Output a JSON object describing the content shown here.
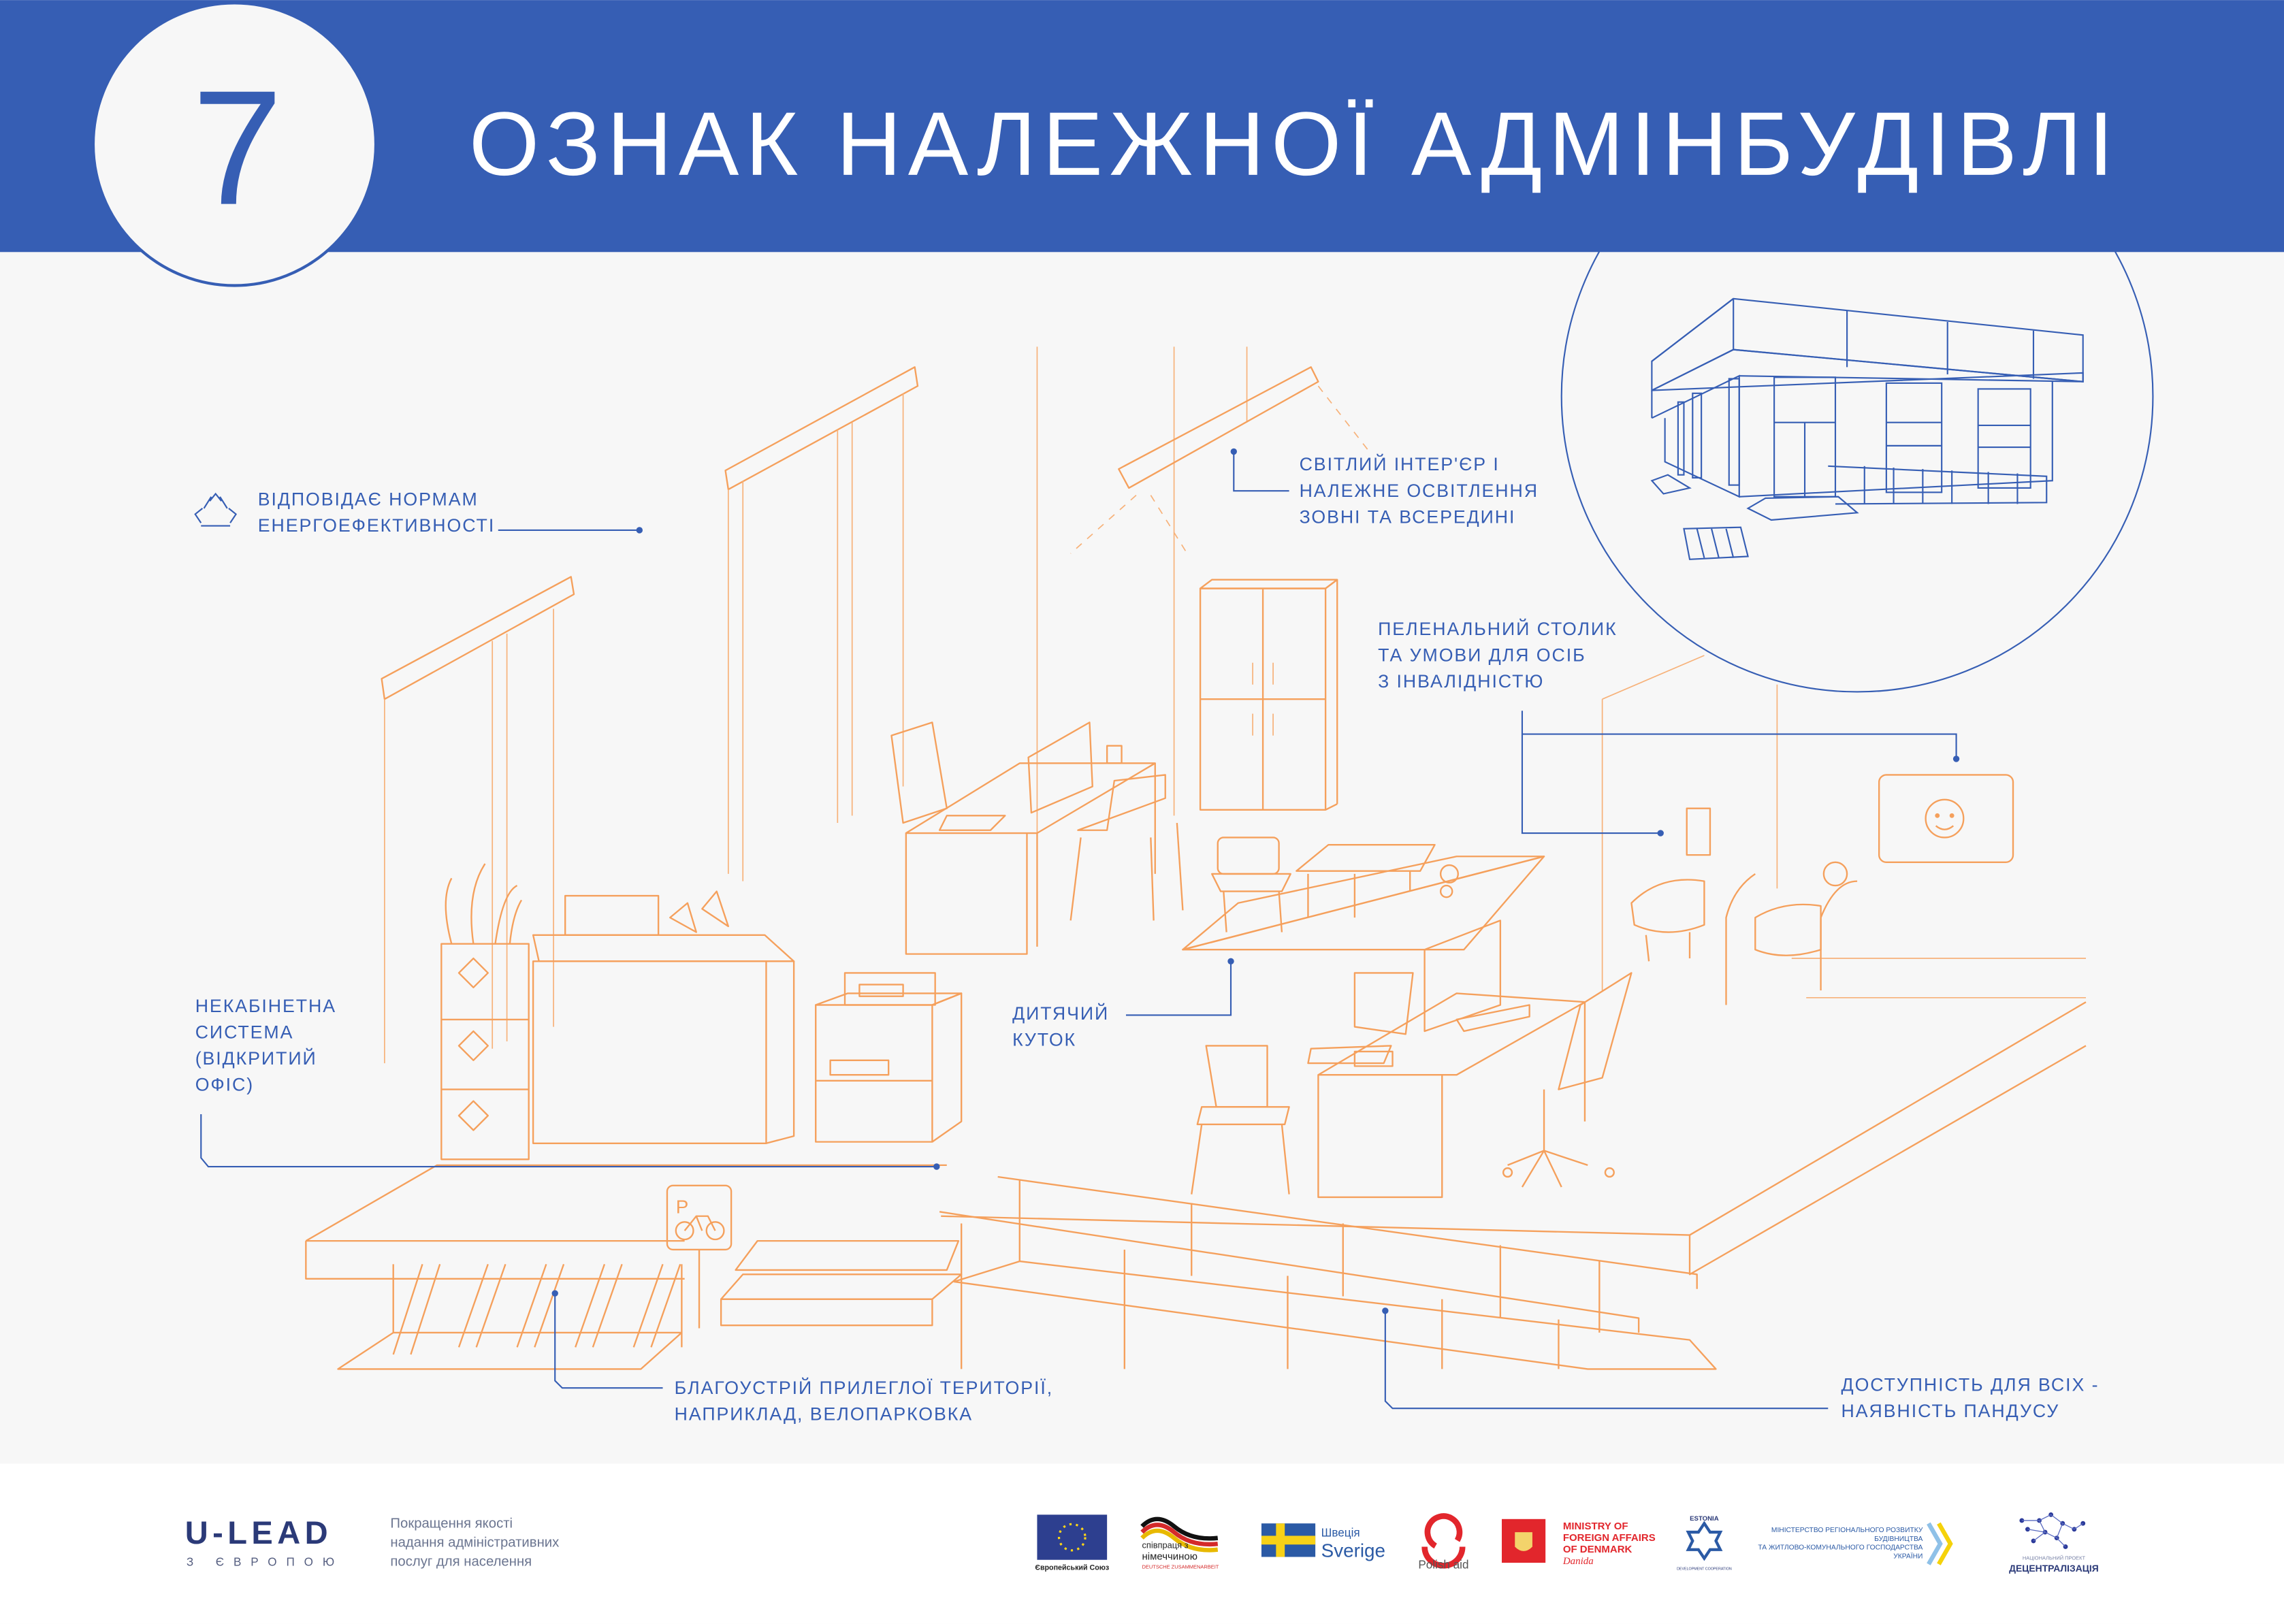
{
  "header": {
    "number": "7",
    "title": "ОЗНАК НАЛЕЖНОЇ АДМІНБУДІВЛІ"
  },
  "labels": {
    "energy": [
      "ВІДПОВІДАЄ НОРМАМ",
      "ЕНЕРГОЕФЕКТИВНОСТІ"
    ],
    "lighting": [
      "СВІТЛИЙ ІНТЕР'ЄР І",
      "НАЛЕЖНЕ ОСВІТЛЕННЯ",
      "ЗОВНІ ТА ВСЕРЕДИНІ"
    ],
    "changing_table": [
      "ПЕЛЕНАЛЬНИЙ СТОЛИК",
      "ТА УМОВИ ДЛЯ ОСІБ",
      "З ІНВАЛІДНІСТЮ"
    ],
    "open_office": [
      "НЕКАБІНЕТНА",
      "СИСТЕМА",
      "(ВІДКРИТИЙ",
      "ОФІС)"
    ],
    "kids_corner": [
      "ДИТЯЧИЙ",
      "КУТОК"
    ],
    "landscaping": [
      "БЛАГОУСТРІЙ ПРИЛЕГЛОЇ ТЕРИТОРІЇ,",
      "НАПРИКЛАД, ВЕЛОПАРКОВКА"
    ],
    "accessibility": [
      "ДОСТУПНІСТЬ ДЛЯ ВСІХ -",
      "НАЯВНІСТЬ ПАНДУСУ"
    ]
  },
  "icons": {
    "energy": "recycle-icon",
    "parking_sign": "P"
  },
  "footer": {
    "ulead_logo": "U-LEAD",
    "ulead_sub": "З ЄВРОПОЮ",
    "tagline": [
      "Покращення якості",
      "надання адміністративних",
      "послуг для населення"
    ],
    "partners": {
      "eu": "Європейський Союз",
      "germany": [
        "співпраця з",
        "німеччиною",
        "DEUTSCHE ZUSAMMENARBEIT"
      ],
      "sweden": [
        "Швеція",
        "Sverige"
      ],
      "poland": "Polish aid",
      "denmark": [
        "MINISTRY OF",
        "FOREIGN AFFAIRS",
        "OF DENMARK",
        "Danida"
      ],
      "estonia": [
        "ESTONIA",
        "DEVELOPMENT COOPERATION"
      ],
      "ministry": [
        "МІНІСТЕРСТВО РЕГІОНАЛЬНОГО РОЗВИТКУ",
        "БУДІВНИЦТВА",
        "ТА ЖИТЛОВО-КОМУНАЛЬНОГО ГОСПОДАРСТВА",
        "УКРАЇНИ"
      ],
      "decentralization": [
        "НАЦІОНАЛЬНИЙ ПРОЕКТ",
        "ДЕЦЕНТРАЛІЗАЦІЯ"
      ]
    }
  },
  "colors": {
    "brand_blue": "#365eb4",
    "illustration_orange": "#f5a05c",
    "background": "#f7f7f7"
  }
}
